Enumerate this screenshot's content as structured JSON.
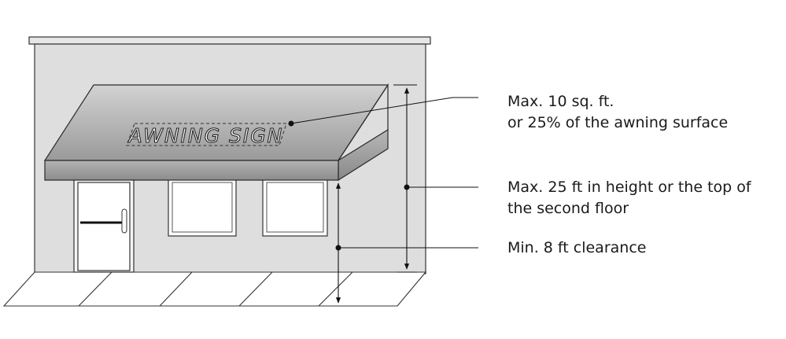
{
  "sign": {
    "text": "AWNING SIGN"
  },
  "callouts": {
    "area": {
      "line1": "Max. 10 sq. ft.",
      "line2": "or 25% of the awning surface"
    },
    "height": {
      "line1": "Max. 25 ft in height or the top of",
      "line2": "the second floor"
    },
    "clearance": {
      "line1": "Min. 8 ft clearance"
    }
  }
}
